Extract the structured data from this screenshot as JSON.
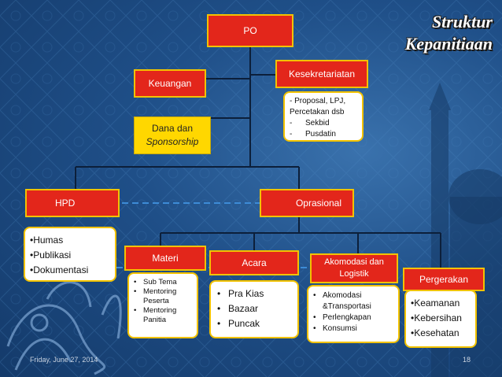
{
  "title": {
    "line1": "Struktur",
    "line2": "Kepanitiaan"
  },
  "po": "PO",
  "kesekretariatan": {
    "label": "Kesekretariatan",
    "lines": [
      "- Proposal, LPJ,",
      "Percetakan dsb",
      "-      Sekbid",
      "-      Pusdatin"
    ]
  },
  "keuangan": {
    "label": "Keuangan",
    "sub_line1": "Dana dan",
    "sub_line2": "Sponsorship"
  },
  "hpd": {
    "label": "HPD",
    "items": [
      "•Humas",
      "•Publikasi",
      "•Dokumentasi"
    ]
  },
  "oprasional": "Oprasional",
  "materi": {
    "label": "Materi",
    "items": [
      "Sub Tema",
      "Mentoring Peserta",
      "Mentoring Panitia"
    ]
  },
  "acara": {
    "label": "Acara",
    "items": [
      "Pra Kias",
      "Bazaar",
      "Puncak"
    ]
  },
  "akomodasi": {
    "label_line1": "Akomodasi dan",
    "label_line2": "Logistik",
    "items": [
      "Akomodasi &Transportasi",
      "Perlengkapan",
      "Konsumsi"
    ]
  },
  "pergerakan": {
    "label": "Pergerakan",
    "items": [
      "•Keamanan",
      "•Kebersihan",
      "•Kesehatan"
    ]
  },
  "footer": {
    "date": "Friday, June 27, 2014",
    "page": "18"
  }
}
